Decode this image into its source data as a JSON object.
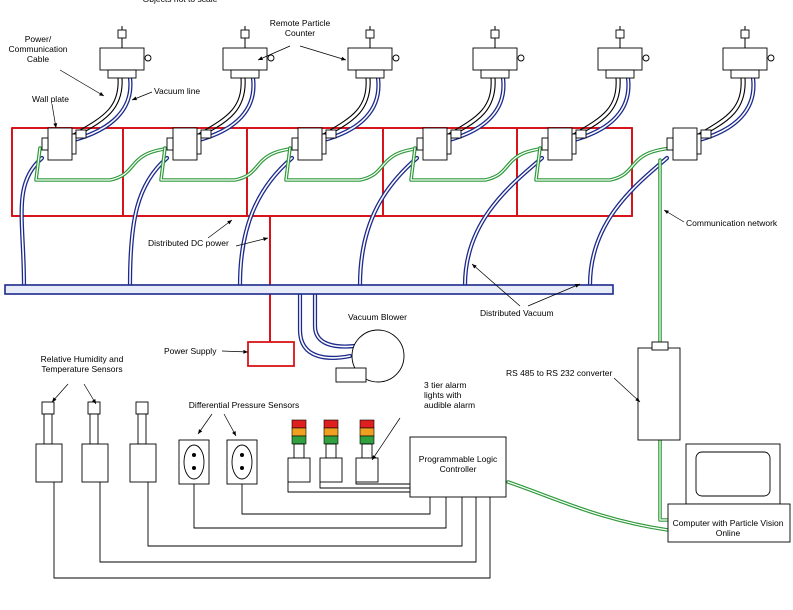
{
  "labels": {
    "top_cut": "Objects not to scale",
    "power_comm_cable": [
      "Power/",
      "Communication",
      "Cable"
    ],
    "wall_plate": "Wall plate",
    "vacuum_line": "Vacuum line",
    "remote_particle_counter": [
      "Remote Particle",
      "Counter"
    ],
    "distributed_dc_power": "Distributed DC power",
    "communication_network": "Communication network",
    "distributed_vacuum": "Distributed Vacuum",
    "vacuum_blower": "Vacuum Blower",
    "power_supply": "Power Supply",
    "rh_temp_sensors": [
      "Relative Humidity and",
      "Temperature Sensors"
    ],
    "differential_pressure_sensors": "Differential Pressure Sensors",
    "alarm_lights": [
      "3 tier alarm",
      "lights with",
      "audible alarm"
    ],
    "rs485_converter": "RS 485 to RS 232 converter",
    "plc": [
      "Programmable Logic",
      "Controller"
    ],
    "computer": [
      "Computer with Particle Vision",
      "Online"
    ]
  },
  "colors": {
    "power": "#d8141b",
    "vacuum": "#1c2a8c",
    "network": "#2e9a3a",
    "alarm_red": "#e02020",
    "alarm_amber": "#f0a020",
    "alarm_green": "#30a040",
    "ink": "#000000"
  },
  "counts": {
    "particle_counters": 6,
    "rh_sensors": 3,
    "dp_sensors": 2,
    "alarm_towers": 3
  }
}
